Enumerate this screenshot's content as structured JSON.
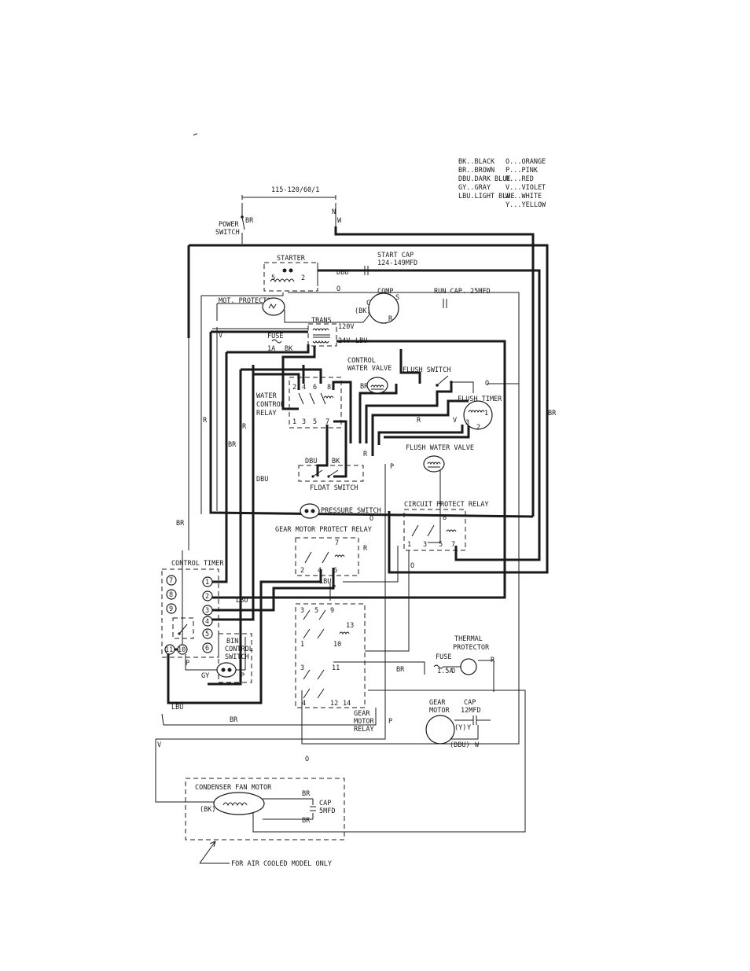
{
  "legend": {
    "left": [
      "BK..BLACK",
      "BR..BROWN",
      "DBU.DARK BLUE",
      "GY..GRAY",
      "LBU.LIGHT BLUE"
    ],
    "right": [
      "O...ORANGE",
      "P...PINK",
      "R...RED",
      "V...VIOLET",
      "W...WHITE",
      "Y...YELLOW"
    ]
  },
  "labels": {
    "supply": "115-120/60/1",
    "n": "N",
    "br_top": "BR",
    "w_top": "W",
    "power_switch_1": "POWER",
    "power_switch_2": "SWITCH",
    "starter": "STARTER",
    "start_cap_1": "START CAP",
    "start_cap_2": "124-149MFD",
    "dbu_starter": "DBU",
    "o_starter": "O",
    "run_cap": "RUN CAP. 25MFD",
    "comp": "COMP",
    "comp_c": "C",
    "comp_s": "S",
    "comp_r": "R",
    "bk_comp": "(BK)",
    "mot_protector": "MOT. PROTECTOR",
    "trans": "TRANS",
    "v_120": "120V",
    "v_24": "24V",
    "lbu_trans": "LBU",
    "v_left": "V",
    "fuse_1": "FUSE",
    "fuse_1a": "1A",
    "bk_fuse": "BK",
    "control_water_valve_1": "CONTROL",
    "control_water_valve_2": "WATER VALVE",
    "br_valve": "BR",
    "flush_switch": "FLUSH SWITCH",
    "o_flush": "O",
    "water_control_relay_1": "WATER",
    "water_control_relay_2": "CONTROL",
    "water_control_relay_3": "RELAY",
    "flush_timer": "FLUSH TIMER",
    "br_right": "BR",
    "r_mid": "R",
    "r_flush": "R",
    "v_flush": "V",
    "r_left": "R",
    "br_left": "BR",
    "r_inner": "R",
    "dbu_float": "DBU",
    "bk_float": "BK",
    "float_switch": "FLOAT SWITCH",
    "dbu_vert": "DBU",
    "flush_water_valve": "FLUSH WATER VALVE",
    "p_valve": "P",
    "r_float": "R",
    "pressure_switch": "PRESSURE SWITCH",
    "o_pressure": "O",
    "circuit_protect_relay": "CIRCUIT PROTECT RELAY",
    "gear_motor_protect_relay": "GEAR MOTOR PROTECT RELAY",
    "r_gmpr": "R",
    "br_far": "BR",
    "control_timer": "CONTROL TIMER",
    "lbu_timer": "LBU",
    "lbu_gmpr": "LBU",
    "p_gmpr": "P",
    "o_cpr": "O",
    "bin_control_switch_1": "BIN",
    "bin_control_switch_2": "CONTROL",
    "bin_control_switch_3": "SWITCH",
    "p_bin": "P",
    "gy_bin": "GY",
    "p_bin2": "P",
    "lbu_bottom": "LBU",
    "br_bottom": "BR",
    "thermal_protector_1": "THERMAL",
    "thermal_protector_2": "PROTECTOR",
    "fuse_2": "FUSE",
    "fuse_15a": "1.5A",
    "o_fuse2": "O",
    "r_fuse2": "R",
    "br_fuse2": "BR",
    "gear_motor_1": "GEAR",
    "gear_motor_2": "MOTOR",
    "gear_cap_1": "CAP",
    "gear_cap_2": "12MFD",
    "y_gear": "(Y)",
    "y2_gear": "Y",
    "dbu_gear": "(DBU)",
    "w_gear": "W",
    "gear_motor_relay_1": "GEAR",
    "gear_motor_relay_2": "MOTOR",
    "gear_motor_relay_3": "RELAY",
    "p_gmr": "P",
    "o_gmr": "O",
    "v_bottom": "V",
    "condenser_fan_motor": "CONDENSER FAN MOTOR",
    "br_cfm_1": "BR",
    "br_cfm_2": "BR",
    "cap_cfm_1": "CAP",
    "cap_cfm_2": "5MFD",
    "bk_cfm": "(BK)",
    "air_cooled_note": "FOR AIR COOLED MODEL ONLY"
  },
  "timer_terminals": [
    "7",
    "8",
    "9",
    "11",
    "10",
    "1",
    "2",
    "3",
    "4",
    "5",
    "6"
  ],
  "wcr_terminals": [
    "2",
    "4",
    "6",
    "8",
    "1",
    "3",
    "5",
    "7"
  ],
  "cpr_terminals": [
    "8",
    "1",
    "3",
    "5",
    "7"
  ],
  "gmpr_terminals": [
    "7",
    "2",
    "4",
    "6"
  ],
  "gmr_terminals": [
    "3",
    "5",
    "9",
    "13",
    "1",
    "10",
    "3",
    "11",
    "4",
    "12",
    "14"
  ],
  "flush_timer_terminals": [
    "1",
    "3",
    "2"
  ]
}
